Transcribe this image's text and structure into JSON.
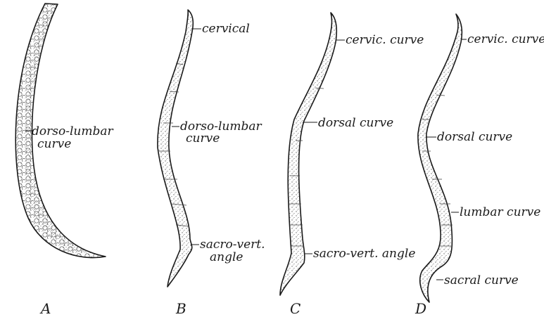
{
  "panels": [
    {
      "letter": "A",
      "labels": [
        {
          "lines": [
            "dorso-lumbar",
            "curve"
          ]
        }
      ]
    },
    {
      "letter": "B",
      "labels": [
        {
          "lines": [
            "cervical"
          ]
        },
        {
          "lines": [
            "dorso-lumbar",
            "curve"
          ]
        },
        {
          "lines": [
            "sacro-vert.",
            "angle"
          ]
        }
      ]
    },
    {
      "letter": "C",
      "labels": [
        {
          "lines": [
            "cervic. curve"
          ]
        },
        {
          "lines": [
            "dorsal curve"
          ]
        },
        {
          "lines": [
            "sacro-vert. angle"
          ]
        }
      ]
    },
    {
      "letter": "D",
      "labels": [
        {
          "lines": [
            "cervic. curve"
          ]
        },
        {
          "lines": [
            "dorsal curve"
          ]
        },
        {
          "lines": [
            "lumbar curve"
          ]
        },
        {
          "lines": [
            "sacral curve"
          ]
        }
      ]
    }
  ]
}
